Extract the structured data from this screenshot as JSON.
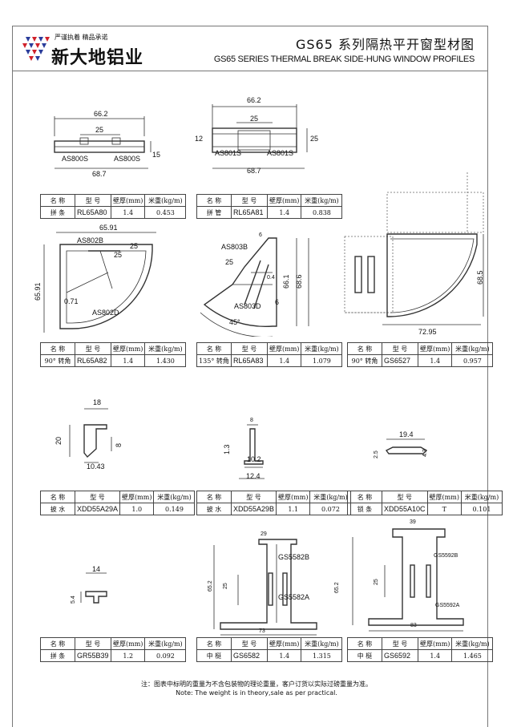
{
  "header": {
    "slogan": "严谨执着  精品承诺",
    "brand": "新大地铝业",
    "title_cn": "GS65 系列隔热平开窗型材图",
    "title_en": "GS65 SERIES THERMAL BREAK SIDE-HUNG WINDOW PROFILES"
  },
  "table_headers": [
    "名 称",
    "型 号",
    "壁厚(mm)",
    "米重(kg/m)"
  ],
  "profiles": [
    {
      "name": "拼 条",
      "model": "RL65A80",
      "thickness": "1.4",
      "weight": "0.453",
      "labels": [
        "66.2",
        "25",
        "15",
        "AS800S",
        "AS800S",
        "68.7"
      ]
    },
    {
      "name": "拼 管",
      "model": "RL65A81",
      "thickness": "1.4",
      "weight": "0.838",
      "labels": [
        "66.2",
        "25",
        "12",
        "25",
        "AS801S",
        "AS801S",
        "68.7"
      ]
    },
    {
      "name": "",
      "model": "",
      "thickness": "",
      "weight": "",
      "labels": []
    },
    {
      "name": "90° 转角",
      "model": "RL65A82",
      "thickness": "1.4",
      "weight": "1.430",
      "labels": [
        "65.91",
        "AS802B",
        "25",
        "25",
        "65.91",
        "0.71",
        "AS802D"
      ]
    },
    {
      "name": "135° 转角",
      "model": "RL65A83",
      "thickness": "1.4",
      "weight": "1.079",
      "labels": [
        "AS803B",
        "25",
        "0.4",
        "66.1",
        "68.6",
        "AS803D",
        "6",
        "45°",
        "6"
      ]
    },
    {
      "name": "90° 转角",
      "model": "GS6527",
      "thickness": "1.4",
      "weight": "0.957",
      "labels": [
        "68.5",
        "72.95"
      ]
    },
    {
      "name": "披 水",
      "model": "XDD55A29A",
      "thickness": "1.0",
      "weight": "0.149",
      "labels": [
        "18",
        "20",
        "8",
        "10.43"
      ]
    },
    {
      "name": "披 水",
      "model": "XDD55A29B",
      "thickness": "1.1",
      "weight": "0.072",
      "labels": [
        "8",
        "1.3",
        "10.2",
        "12.4"
      ]
    },
    {
      "name": "锁 条",
      "model": "XDD55A10C",
      "thickness": "T",
      "weight": "0.101",
      "labels": [
        "19.4",
        "2.5",
        "4.3"
      ]
    },
    {
      "name": "拼 条",
      "model": "GR55B39",
      "thickness": "1.2",
      "weight": "0.092",
      "labels": [
        "14",
        "5.4"
      ]
    },
    {
      "name": "中 梃",
      "model": "GS6582",
      "thickness": "1.4",
      "weight": "1.315",
      "labels": [
        "29",
        "GS5582B",
        "65.2",
        "25",
        "GS5582A",
        "73"
      ]
    },
    {
      "name": "中 梃",
      "model": "GS6592",
      "thickness": "1.4",
      "weight": "1.465",
      "labels": [
        "39",
        "GS5592B",
        "65.2",
        "25",
        "GS5592A",
        "83"
      ]
    }
  ],
  "note": {
    "cn": "注：图表中标明的重量为不含包装物的理论重量，客户订货以实际过磅重量为准。",
    "en": "Note: The weight is in theory,sale as per practical."
  },
  "colors": {
    "logo_red": "#d0202a",
    "logo_blue": "#2a3c9a"
  }
}
